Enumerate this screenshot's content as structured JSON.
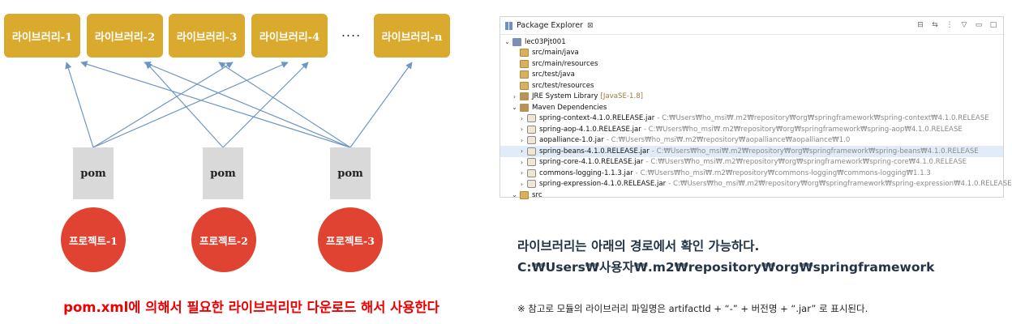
{
  "diagram": {
    "libraries": [
      "라이브러리-1",
      "라이브러리-2",
      "라이브러리-3",
      "라이브러리-4",
      "라이브러리-n"
    ],
    "ellipsis": "....",
    "pom_label": "pom",
    "projects": [
      "프로젝트-1",
      "프로젝트-2",
      "프로젝트-3"
    ],
    "caption": "pom.xml에 의해서 필요한 라이브러리만 다운로드 해서 사용한다",
    "colors": {
      "library": "#d9aa2d",
      "pom": "#d9d9d9",
      "project": "#e04332",
      "arrow": "#6e96c4",
      "caption": "#ee0000"
    }
  },
  "explorer": {
    "title": "Package Explorer",
    "close_glyph": "⊠",
    "project": "lec03Pjt001",
    "source_folders": [
      "src/main/java",
      "src/main/resources",
      "src/test/java",
      "src/test/resources"
    ],
    "jre": {
      "label": "JRE System Library",
      "version": "[JavaSE-1.8]"
    },
    "maven": {
      "label": "Maven Dependencies"
    },
    "jars": [
      {
        "name": "spring-context-4.1.0.RELEASE.jar",
        "path": "- C:₩Users₩ho_msi₩.m2₩repository₩org₩springframework₩spring-context₩4.1.0.RELEASE"
      },
      {
        "name": "spring-aop-4.1.0.RELEASE.jar",
        "path": "- C:₩Users₩ho_msi₩.m2₩repository₩org₩springframework₩spring-aop₩4.1.0.RELEASE"
      },
      {
        "name": "aopalliance-1.0.jar",
        "path": "- C:₩Users₩ho_msi₩.m2₩repository₩aopalliance₩aopalliance₩1.0"
      },
      {
        "name": "spring-beans-4.1.0.RELEASE.jar",
        "path": "- C:₩Users₩ho_msi₩.m2₩repository₩org₩springframework₩spring-beans₩4.1.0.RELEASE",
        "selected": true
      },
      {
        "name": "spring-core-4.1.0.RELEASE.jar",
        "path": "- C:₩Users₩ho_msi₩.m2₩repository₩org₩springframework₩spring-core₩4.1.0.RELEASE"
      },
      {
        "name": "commons-logging-1.1.3.jar",
        "path": "- C:₩Users₩ho_msi₩.m2₩repository₩commons-logging₩commons-logging₩1.1.3"
      },
      {
        "name": "spring-expression-4.1.0.RELEASE.jar",
        "path": "- C:₩Users₩ho_msi₩.m2₩repository₩org₩springframework₩spring-expression₩4.1.0.RELEASE"
      }
    ],
    "truncated_item": "src"
  },
  "info": {
    "line1": "라이브러리는 아래의 경로에서 확인 가능하다.",
    "line2": "C:₩Users₩사용자₩.m2₩repository₩org₩springframework",
    "note": "※ 참고로 모듈의 라이브러리 파일명은 artifactId + “-” + 버전명 + “.jar” 로 표시된다."
  }
}
